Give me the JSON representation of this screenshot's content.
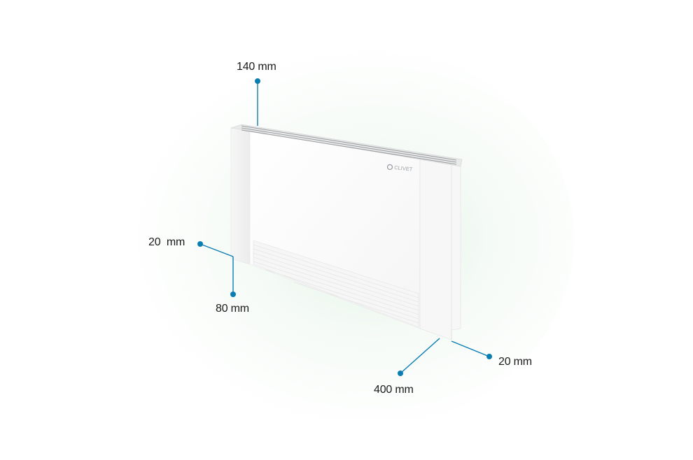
{
  "product": {
    "brand": "CLIVET",
    "description": "Wall-mounted fan coil unit with dimension callouts"
  },
  "colors": {
    "callout_line": "#0a7db3",
    "label_text": "#1a1a1a",
    "unit_body": "#fbfbfb",
    "background_glow": "#d8eedc"
  },
  "dimensions": {
    "top_depth": "140 mm",
    "left_offset": "20  mm",
    "bottom_height": "80 mm",
    "base_width": "400 mm",
    "right_offset": "20 mm"
  }
}
